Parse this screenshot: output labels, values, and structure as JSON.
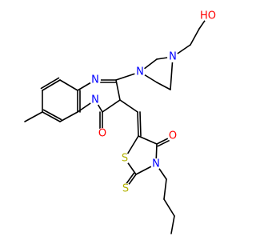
{
  "molecule": {
    "atom_colors": {
      "N": "#0000ff",
      "O": "#ff0000",
      "S": "#b2b200",
      "C": "#000000"
    },
    "labels": {
      "n_amidine": "N",
      "n_bridge": "N",
      "n_pip_a": "N",
      "n_pip_b": "N",
      "o_carbonyl": "O",
      "o_hydroxyl": "HO",
      "o_thia_carbonyl": "O",
      "s_ring": "S",
      "s_thione": "S",
      "n_thia": "N"
    }
  }
}
